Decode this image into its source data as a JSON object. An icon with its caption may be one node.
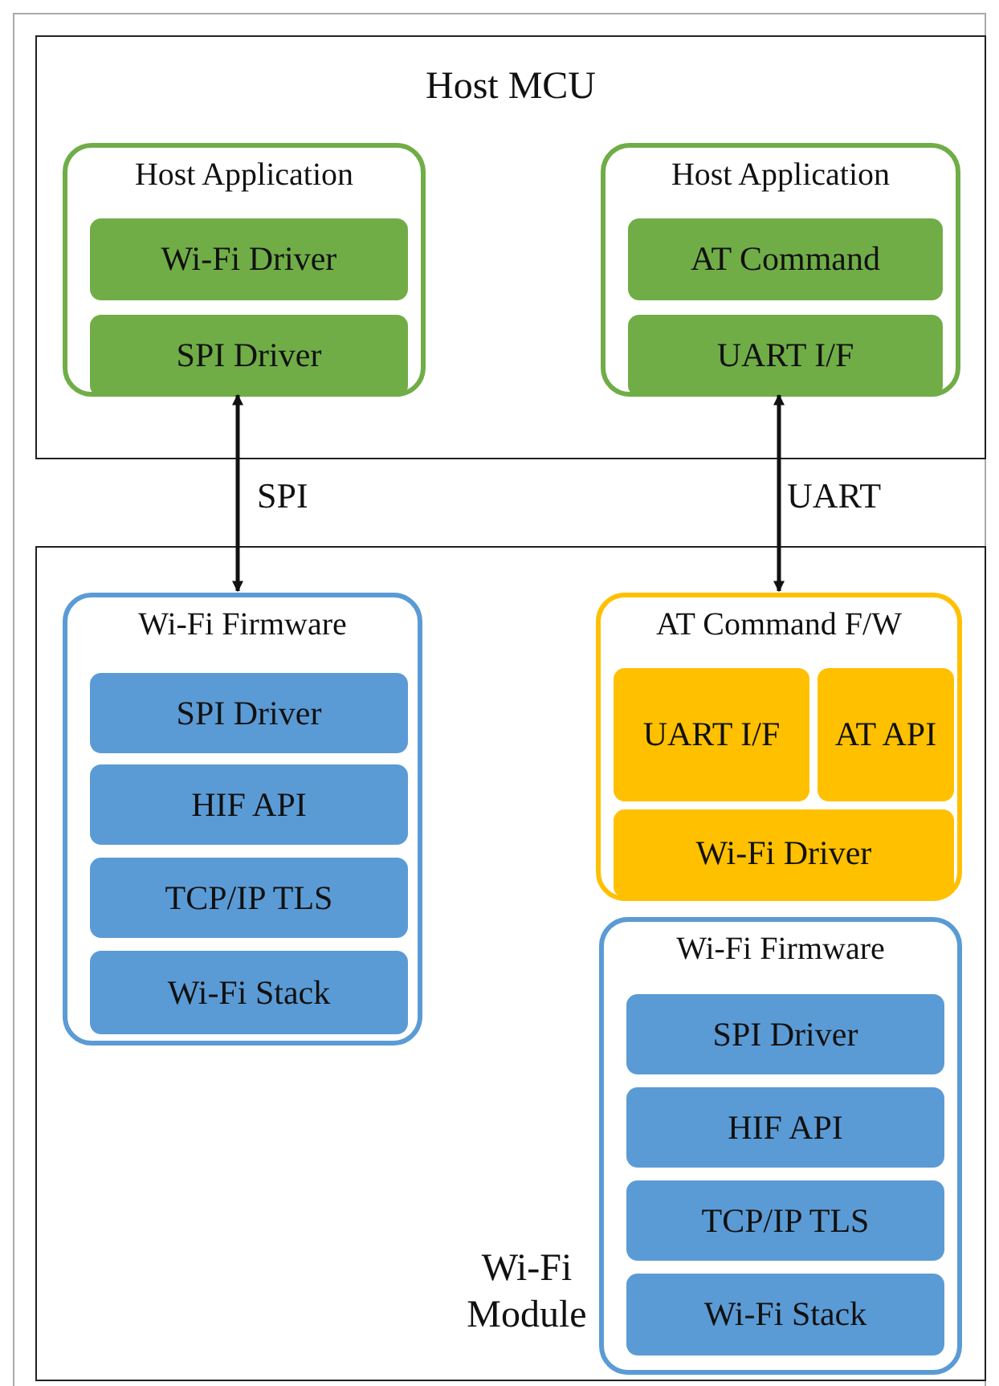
{
  "diagram": {
    "nodes": [
      {
        "text": [
          "Host MCU"
        ]
      },
      {
        "text": [
          "Host Application"
        ],
        "in": 0
      },
      {
        "text": [
          "Wi-Fi Driver"
        ],
        "in": 1
      },
      {
        "text": [
          "SPI Driver"
        ],
        "in": 1
      },
      {
        "text": [
          "Host Application"
        ],
        "in": 0
      },
      {
        "text": [
          "AT Command"
        ],
        "in": 4
      },
      {
        "text": [
          "UART I/F"
        ],
        "in": 4
      },
      {
        "text": [
          "Wi-Fi Module"
        ]
      },
      {
        "text": [
          "Wi-Fi Firmware"
        ],
        "in": 7
      },
      {
        "text": [
          "SPI Driver"
        ],
        "in": 8
      },
      {
        "text": [
          "HIF API"
        ],
        "in": 8
      },
      {
        "text": [
          "TCP/IP TLS"
        ],
        "in": 8
      },
      {
        "text": [
          "Wi-Fi Stack"
        ],
        "in": 8
      },
      {
        "text": [
          "AT Command F/W"
        ],
        "in": 7
      },
      {
        "text": [
          "UART I/F"
        ],
        "in": 13
      },
      {
        "text": [
          "AT API"
        ],
        "in": 13
      },
      {
        "text": [
          "Wi-Fi Driver"
        ],
        "in": 13
      },
      {
        "text": [
          "Wi-Fi Firmware"
        ],
        "in": 7
      },
      {
        "text": [
          "SPI Driver"
        ],
        "in": 17
      },
      {
        "text": [
          "HIF API"
        ],
        "in": 17
      },
      {
        "text": [
          "TCP/IP TLS"
        ],
        "in": 17
      },
      {
        "text": [
          "Wi-Fi Stack"
        ],
        "in": 17
      }
    ],
    "edges": [
      {
        "from": 1,
        "to": 8,
        "arrow": "both",
        "label": "SPI"
      },
      {
        "from": 4,
        "to": 13,
        "arrow": "both",
        "label": "UART"
      }
    ]
  }
}
